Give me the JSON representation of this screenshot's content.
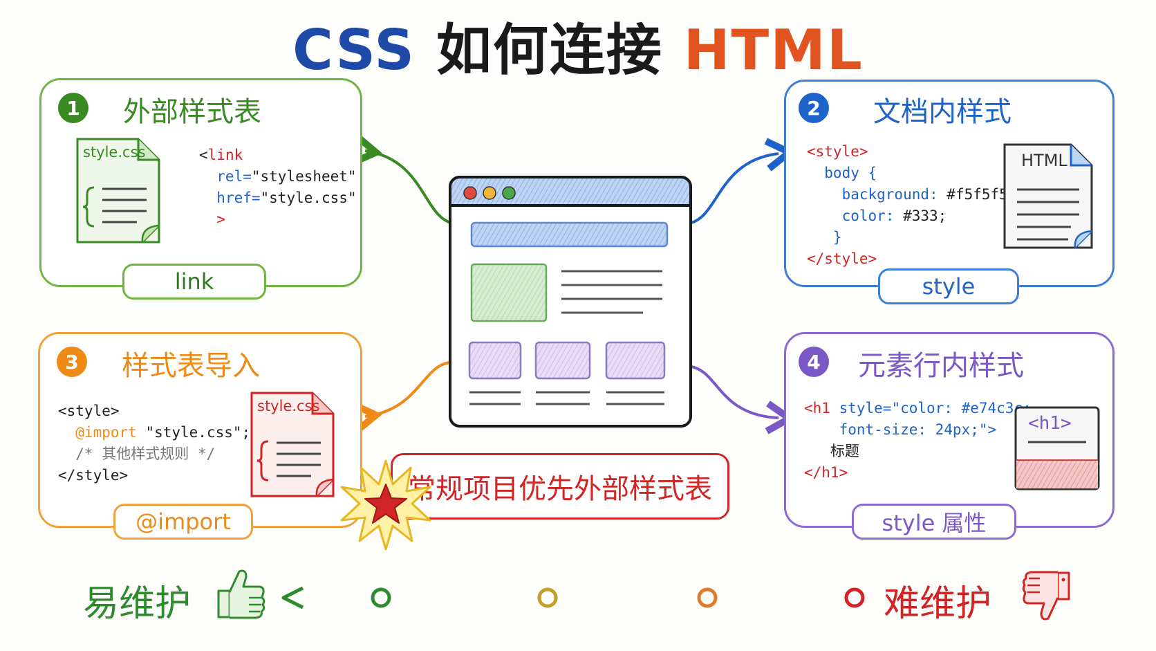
{
  "title": {
    "css": "CSS",
    "middle": "如何连接",
    "html": "HTML"
  },
  "colors": {
    "green": "#3a8a24",
    "blue": "#1e63c9",
    "orange": "#ee8a16",
    "purple": "#7a58c6",
    "red": "#d12424",
    "title_blue": "#1f4aa8",
    "title_orange": "#e2541f"
  },
  "panels": [
    {
      "number": "1",
      "title": "外部样式表",
      "doc_label": "style.css",
      "code": {
        "l1a": "<",
        "l1b": "link",
        "l2a": "  rel=",
        "l2b": "\"stylesheet\"",
        "l3a": "  href=",
        "l3b": "\"style.css\"",
        "l4": "  >"
      },
      "tag": "link"
    },
    {
      "number": "2",
      "title": "文档内样式",
      "doc_label": "HTML",
      "code": {
        "l1": "<style>",
        "l2": "  body {",
        "l3a": "    background: ",
        "l3b": "#f5f5f5;",
        "l4a": "    color: ",
        "l4b": "#333;",
        "l5": "   }",
        "l6": "</style>"
      },
      "tag": "style"
    },
    {
      "number": "3",
      "title": "样式表导入",
      "doc_label": "style.css",
      "code": {
        "l1": "<style>",
        "l2a": "  @import ",
        "l2b": "\"style.css\";",
        "l3": "  /* 其他样式规则 */",
        "l4": "</style>"
      },
      "tag": "@import"
    },
    {
      "number": "4",
      "title": "元素行内样式",
      "doc_label": "<h1>",
      "code": {
        "l1a": "<h1 ",
        "l1b": "style=",
        "l1c": "\"color: #e74c3c;",
        "l2": "    font-size: 24px;\">",
        "l3": "   标题",
        "l4": "</h1>"
      },
      "tag": "style 属性"
    }
  ],
  "rule": "常规项目优先外部样式表",
  "scale": {
    "left": "易维护",
    "right": "难维护",
    "left_icon": "thumbs-up-icon",
    "right_icon": "thumbs-down-icon"
  }
}
